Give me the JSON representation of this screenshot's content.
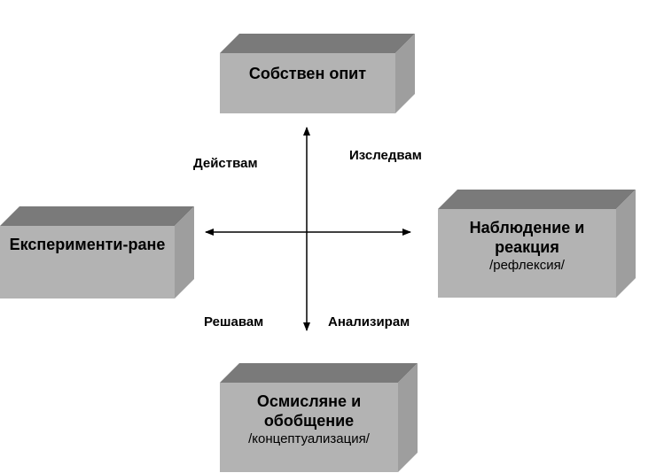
{
  "diagram": {
    "colors": {
      "box_front": "#b3b3b3",
      "box_top": "#7a7a7a",
      "box_side": "#9e9e9e",
      "arrow": "#000000"
    },
    "nodes": {
      "top": {
        "title": "Собствен опит"
      },
      "right": {
        "title": "Наблюдение и реакция",
        "subtitle": "/рефлексия/"
      },
      "bottom": {
        "title": "Осмисляне и обобщение",
        "subtitle": "/концептуализация/"
      },
      "left": {
        "title": "Експерименти-ране"
      }
    },
    "quadrant_labels": {
      "top_left": "Действам",
      "top_right": "Изследвам",
      "bottom_left": "Решавам",
      "bottom_right": "Анализирам"
    }
  }
}
